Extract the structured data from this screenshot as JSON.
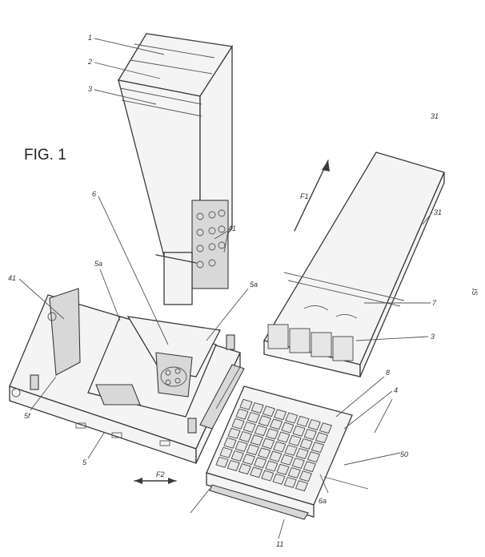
{
  "figure_title": "FIG. 1",
  "reference_labels": {
    "hopper_top_1": "1",
    "hopper_top_2": "2",
    "hopper_top_3": "3",
    "feed_6": "6",
    "nozzles_41": "41",
    "frame_41": "41",
    "cavity_5a_left": "5a",
    "cavity_5a_right": "5a",
    "base_5f": "5f",
    "base_5": "5",
    "arrow_f1": "F1",
    "arrow_f2": "F2",
    "tray_31": "31",
    "tray_31f": "31",
    "tray_7": "7",
    "tray_3": "3",
    "mold_8": "8",
    "mold_4": "4",
    "mold_50": "50",
    "mold_6a": "6a",
    "mold_11": "11",
    "side_mark": "IS"
  }
}
